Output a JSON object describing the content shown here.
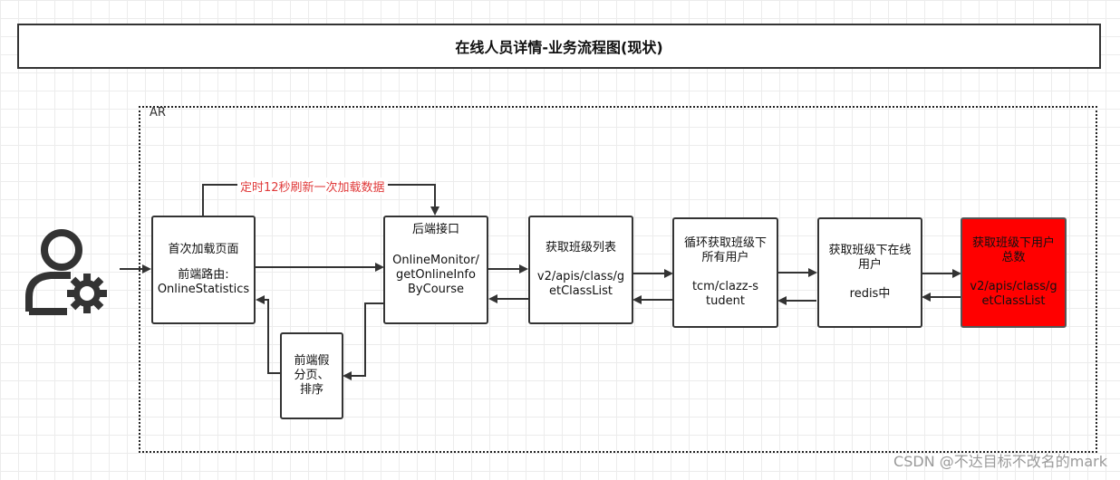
{
  "title": "在线人员详情-业务流程图(现状)",
  "frame_label": "AR",
  "loop_label": "定时12秒刷新一次加载数据",
  "boxes": {
    "load_page": {
      "line1": "首次加载页面",
      "line2": "前端路由:\nOnlineStatistics"
    },
    "fake_paging": {
      "line1": "前端假\n分页、\n排序"
    },
    "backend": {
      "line1": "后端接口",
      "line2": "OnlineMonitor/getOnlineInfoByCourse"
    },
    "class_list": {
      "line1": "获取班级列表",
      "line2": "v2/apis/class/getClassList"
    },
    "loop_users": {
      "line1": "循环获取班级下所有用户",
      "line2": "tcm/clazz-student"
    },
    "online_users": {
      "line1": "获取班级下在线用户",
      "line2": "redis中"
    },
    "user_total": {
      "line1": "获取班级下用户总数",
      "line2": "v2/apis/class/getClassList"
    }
  },
  "watermark": "CSDN @不达目标不改名的mark",
  "colors": {
    "arrow": "#333333",
    "highlight": "#ff0000",
    "loop_text": "#e03a3a"
  }
}
